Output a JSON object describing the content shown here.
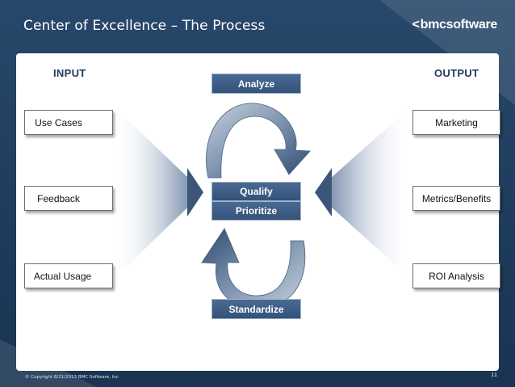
{
  "slide": {
    "title": "Center of Excellence – The Process",
    "logo_glyph": "<",
    "logo_text": "bmcsoftware",
    "copyright": "© Copyright 8/21/2013 BMC Software, Inc",
    "page_number": "11"
  },
  "diagram": {
    "input_header": "INPUT",
    "output_header": "OUTPUT",
    "inputs": [
      "Use Cases",
      "Feedback",
      "Actual Usage"
    ],
    "outputs": [
      "Marketing",
      "Metrics/Benefits",
      "ROI Analysis"
    ],
    "process_steps": {
      "top": "Analyze",
      "center_1": "Qualify",
      "center_2": "Prioritize",
      "bottom": "Standardize"
    },
    "colors": {
      "background": "#1f3c5c",
      "step_fill": "#3d5c85",
      "heading": "#1d3a5c",
      "funnel": "#7e91ab"
    }
  }
}
